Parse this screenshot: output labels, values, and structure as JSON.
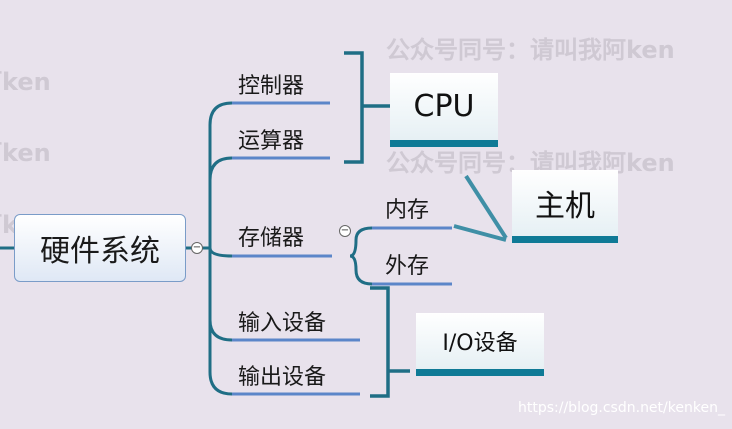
{
  "watermark": {
    "main": "公众号同号：请叫我阿ken",
    "side": "阿ken"
  },
  "root": {
    "label": "硬件系统"
  },
  "branches": {
    "controller": "控制器",
    "alu": "运算器",
    "memory": "存储器",
    "input": "输入设备",
    "output": "输出设备"
  },
  "memory_children": {
    "internal": "内存",
    "external": "外存"
  },
  "groups": {
    "cpu": "CPU",
    "host": "主机",
    "io": "I/O设备"
  },
  "collapse_symbol": "−",
  "credit": "https://blog.csdn.net/kenken_",
  "colors": {
    "line": "#1f6e85",
    "underline": "#5b86c9",
    "box_bar": "#0f7a96",
    "background": "#e8e2ec"
  }
}
